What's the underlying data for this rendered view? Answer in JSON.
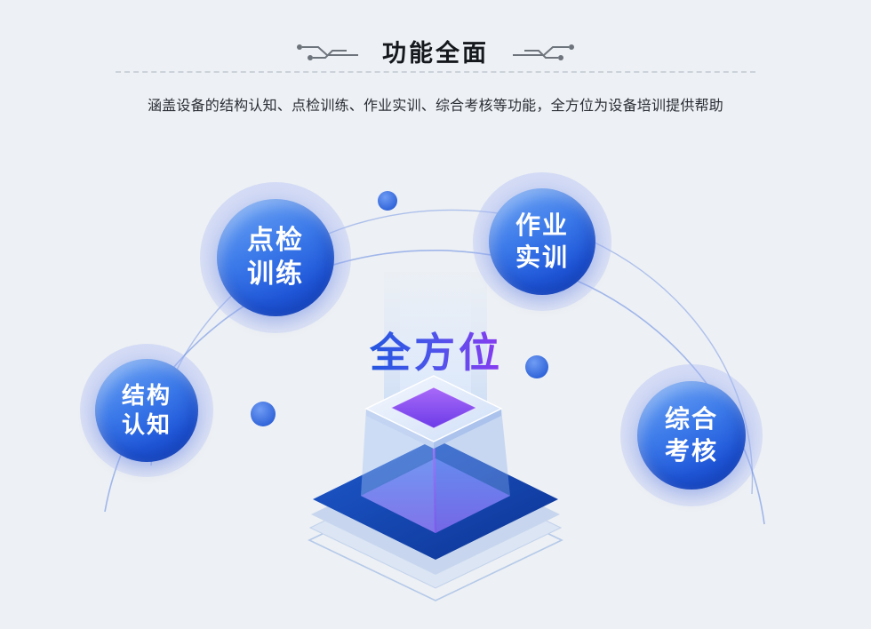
{
  "header": {
    "title": "功能全面",
    "subtitle": "涵盖设备的结构认知、点检训练、作业实训、综合考核等功能，全方位为设备培训提供帮助"
  },
  "diagram": {
    "center_label": "全方位",
    "nodes": [
      {
        "id": "structure-cognition",
        "lines": [
          "结构",
          "认知"
        ]
      },
      {
        "id": "inspection-training",
        "lines": [
          "点检",
          "训练"
        ]
      },
      {
        "id": "operation-practice",
        "lines": [
          "作业",
          "实训"
        ]
      },
      {
        "id": "comprehensive-assessment",
        "lines": [
          "综合",
          "考核"
        ]
      }
    ]
  },
  "colors": {
    "background": "#edf0f4",
    "node_blue_light": "#72a8f4",
    "node_blue_dark": "#1b4ecb",
    "halo_periwinkle": "#a8b8f6",
    "center_label_gradient_start": "#2456e0",
    "center_label_gradient_end": "#8a3af2",
    "platform_navy": "#0c3392",
    "cube_purple": "#6c3ce8",
    "arc_blue": "#6086e2"
  }
}
